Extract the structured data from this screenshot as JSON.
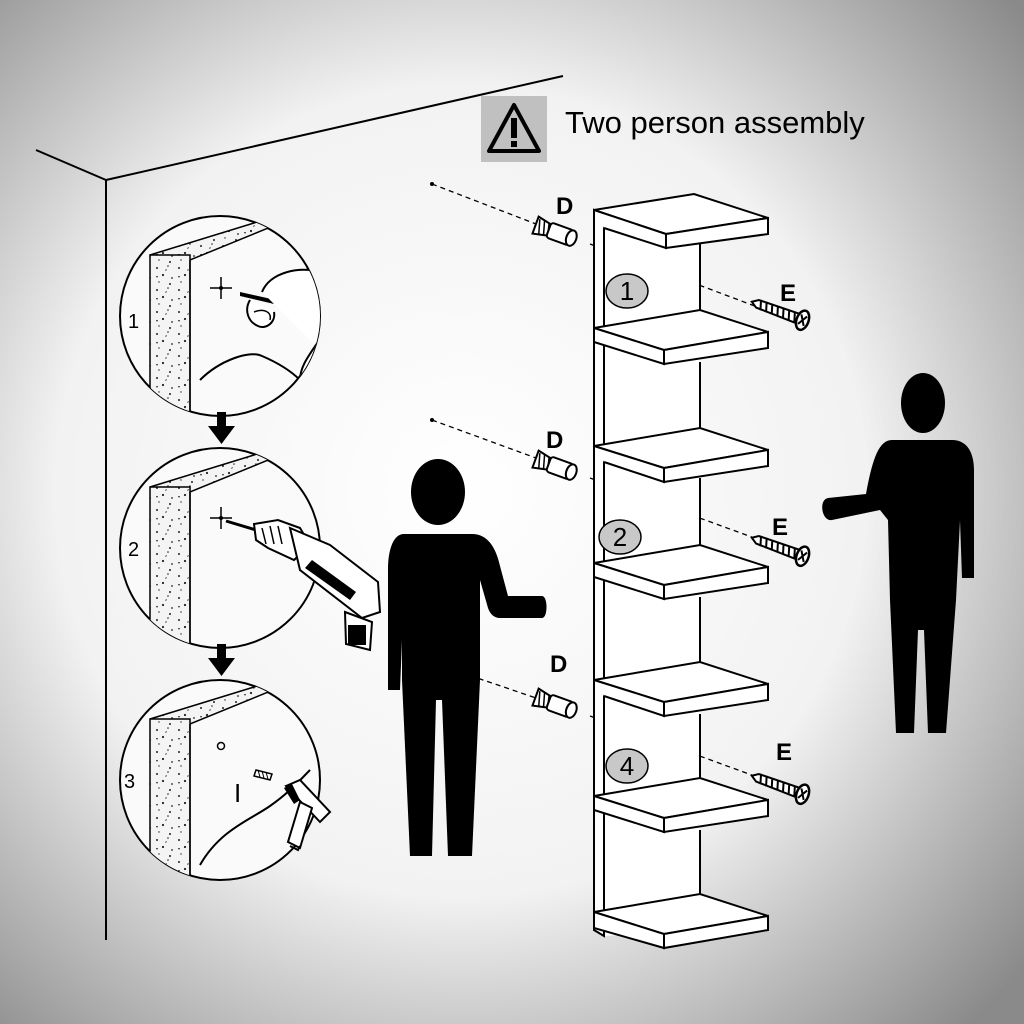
{
  "warning": {
    "text": "Two person assembly",
    "icon": "warning-triangle-icon"
  },
  "steps": [
    {
      "number": "1",
      "action": "pencil-marking-icon"
    },
    {
      "number": "2",
      "action": "drill-icon"
    },
    {
      "number": "3",
      "action": "hammer-icon"
    }
  ],
  "inset_anchor_letter": "I",
  "fixings": [
    {
      "anchor_label": "D",
      "screw_label": "E",
      "shelf_number": "1"
    },
    {
      "anchor_label": "D",
      "screw_label": "E",
      "shelf_number": "2"
    },
    {
      "anchor_label": "D",
      "screw_label": "E",
      "shelf_number": "4"
    }
  ],
  "colors": {
    "line": "#000000",
    "badge_fill": "#c8c8c8",
    "warning_box": "#c0c0c0"
  }
}
